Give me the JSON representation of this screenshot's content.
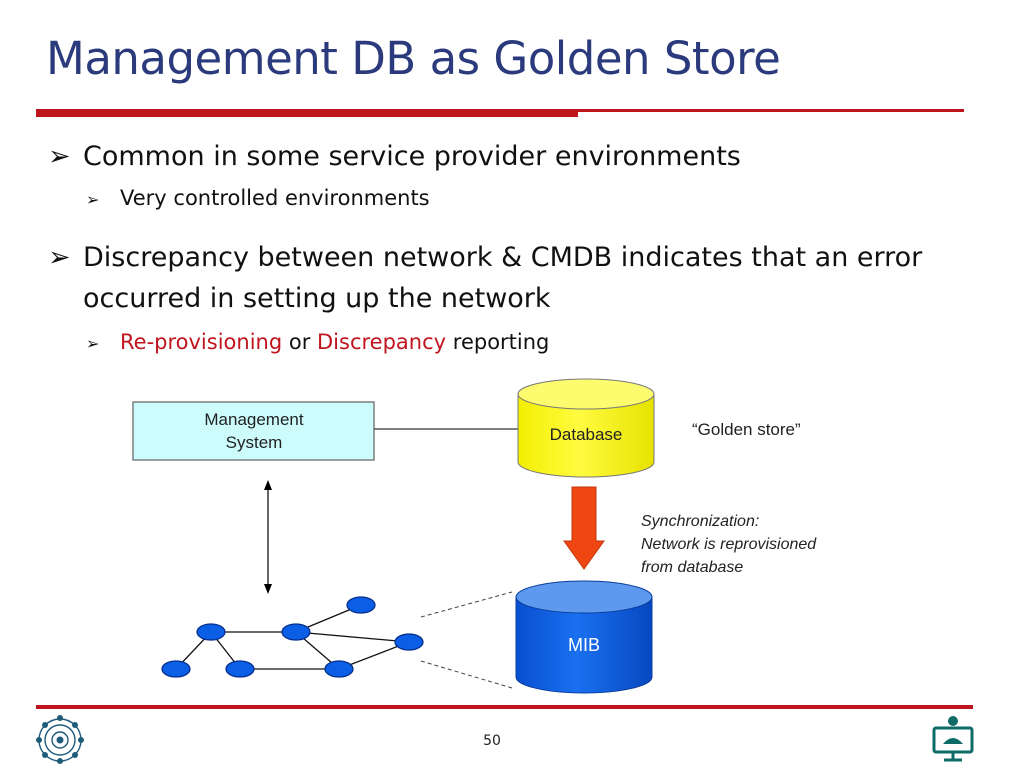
{
  "slide": {
    "title": "Management DB as Golden Store",
    "page_number": "50"
  },
  "bullets": [
    {
      "text": "Common in some service provider environments",
      "sub": [
        "Very controlled environments"
      ]
    },
    {
      "line1": "Discrepancy between network & CMDB indicates that an error",
      "line2": "occurred in setting up the network",
      "sub_parts": [
        {
          "text": "Re-provisioning",
          "color": "red"
        },
        {
          "text": " or ",
          "color": "black"
        },
        {
          "text": "Discrepancy",
          "color": "red"
        },
        {
          "text": " reporting",
          "color": "black"
        }
      ]
    }
  ],
  "diagram": {
    "management_system": {
      "line1": "Management",
      "line2": "System"
    },
    "database": "Database",
    "golden_store": "“Golden store”",
    "sync_note": {
      "line1": "Synchronization:",
      "line2": "Network is reprovisioned",
      "line3": "from database"
    },
    "mib": "MIB"
  },
  "colors": {
    "title": "#2b3a7c",
    "rule": "#c0141e",
    "accent_red": "#c0141e",
    "management_box": "#ccfcfc",
    "database": "#f9f500",
    "mib": "#0a5fe6",
    "sync_arrow": "#ef4612",
    "network_node": "#0a5fe6",
    "logo_left": "#1f5c7a",
    "logo_right": "#0f6b68"
  },
  "icons": {
    "bullet": "arrowhead-bullet-icon",
    "logo_left": "university-emblem-icon",
    "logo_right": "computer-user-logo-icon"
  }
}
